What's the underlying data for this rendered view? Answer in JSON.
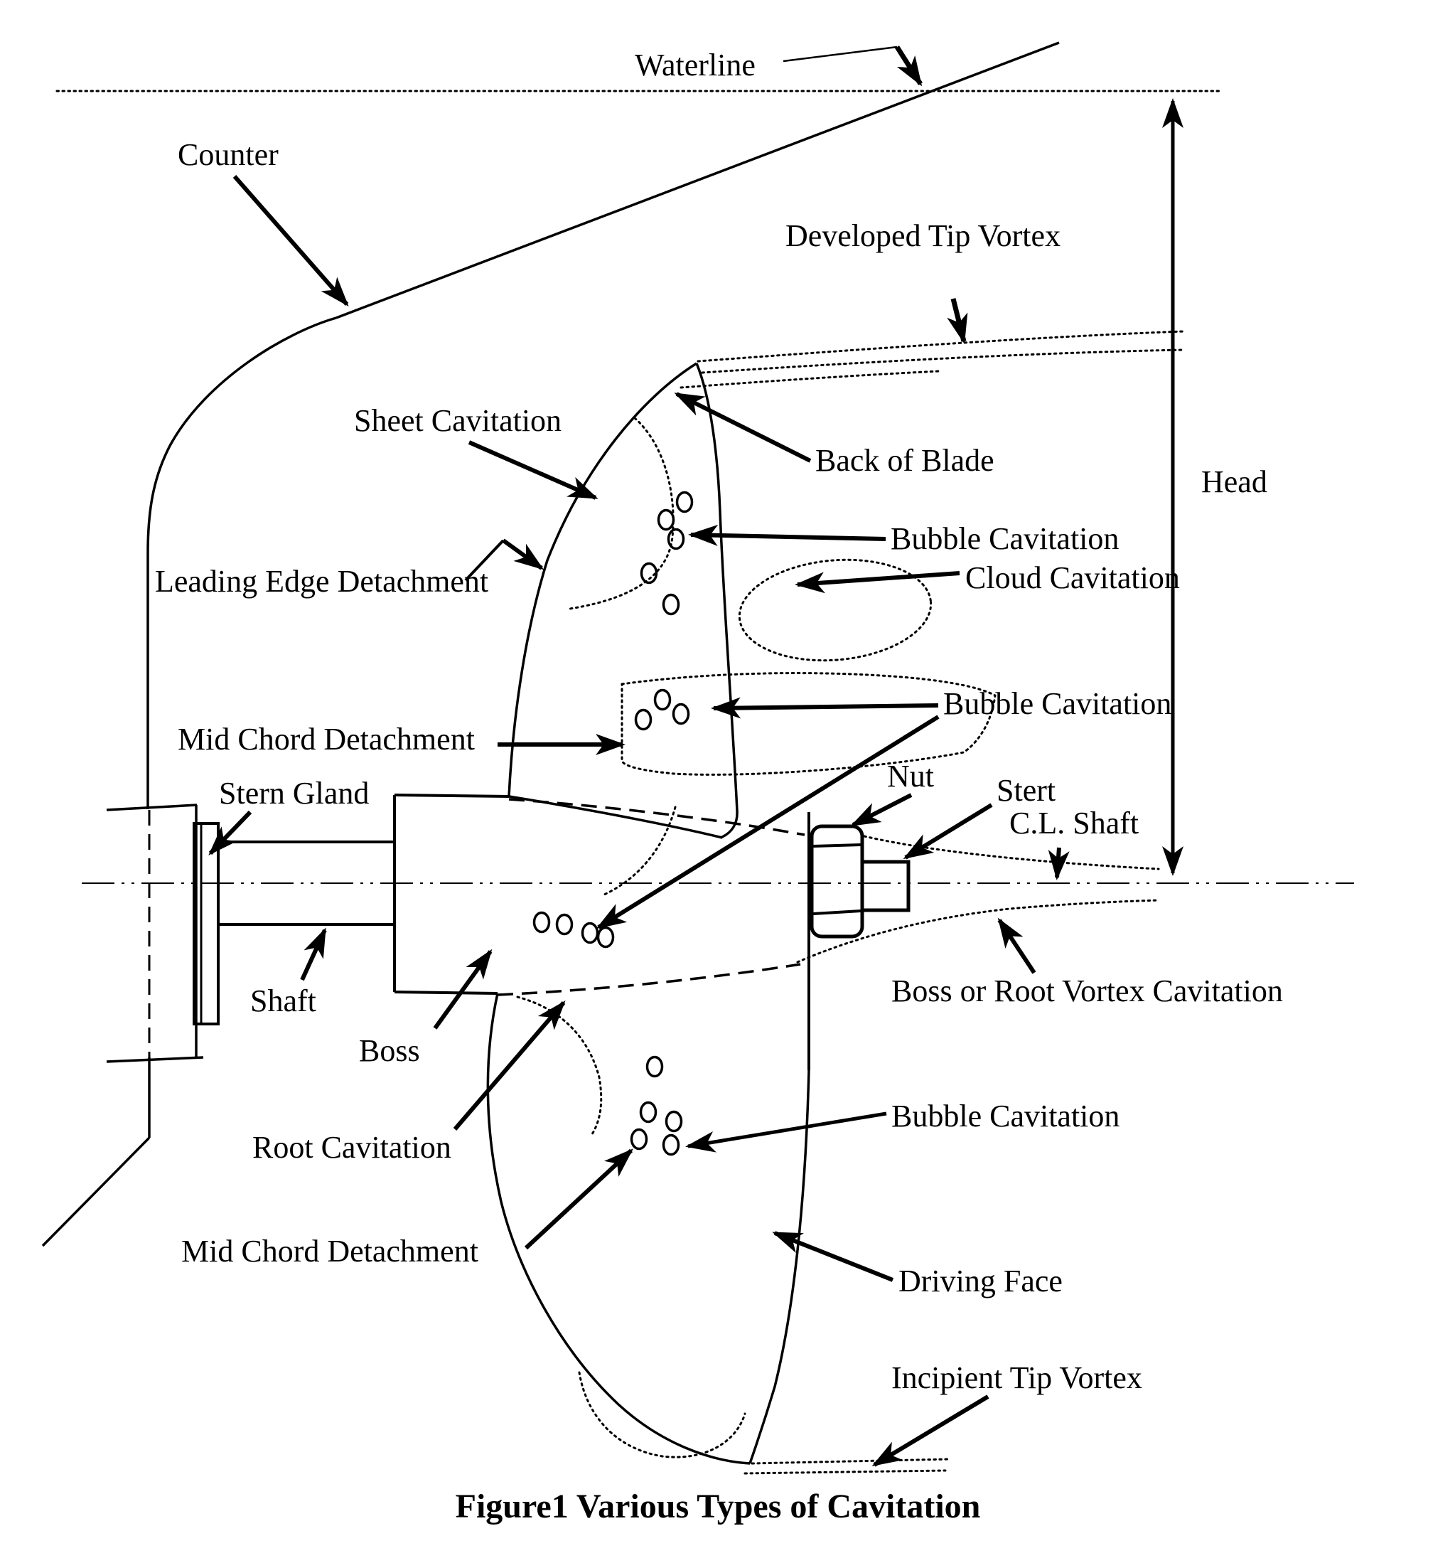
{
  "figure": {
    "caption": "Figure1 Various Types of Cavitation",
    "ink_color": "#000000",
    "background_color": "#ffffff",
    "labels": {
      "waterline": "Waterline",
      "counter": "Counter",
      "developed_tip_vortex": "Developed Tip Vortex",
      "sheet_cavitation": "Sheet Cavitation",
      "back_of_blade": "Back of Blade",
      "head": "Head",
      "bubble_cavitation_upper": "Bubble Cavitation",
      "cloud_cavitation": "Cloud Cavitation",
      "leading_edge_detachment": "Leading Edge Detachment",
      "mid_chord_detachment_upper": "Mid Chord Detachment",
      "bubble_cavitation_mid": "Bubble Cavitation",
      "stern_gland": "Stern Gland",
      "nut": "Nut",
      "stert": "Stert",
      "cl_shaft": "C.L. Shaft",
      "boss_or_root_vortex_cavitation": "Boss or Root Vortex Cavitation",
      "shaft": "Shaft",
      "boss": "Boss",
      "root_cavitation": "Root Cavitation",
      "mid_chord_detachment_lower": "Mid Chord Detachment",
      "bubble_cavitation_lower": "Bubble Cavitation",
      "driving_face": "Driving Face",
      "incipient_tip_vortex": "Incipient Tip Vortex"
    }
  }
}
